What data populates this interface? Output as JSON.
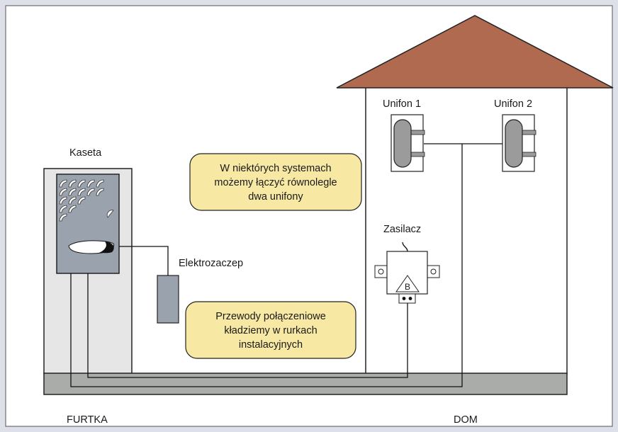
{
  "labels": {
    "kaseta": "Kaseta",
    "elektrozaczep": "Elektrozaczep",
    "unifon1": "Unifon 1",
    "unifon2": "Unifon 2",
    "zasilacz": "Zasilacz",
    "transformer_letter": "B",
    "furtka": "FURTKA",
    "dom": "DOM"
  },
  "notes": {
    "parallel": [
      "W niektórych systemach",
      "możemy łączyć równolegle",
      "dwa unifony"
    ],
    "wires": [
      "Przewody połączeniowe",
      "kładziemy w rurkach",
      "instalacyjnych"
    ]
  },
  "colors": {
    "frame_bg": "#dde0e8",
    "roof": "#b06a50",
    "ground": "#a9aca9",
    "panel": "#9aa3ad",
    "handset": "#9b9b9b",
    "note_fill": "#f7e8a3",
    "gate_post": "#e6e6e6"
  }
}
